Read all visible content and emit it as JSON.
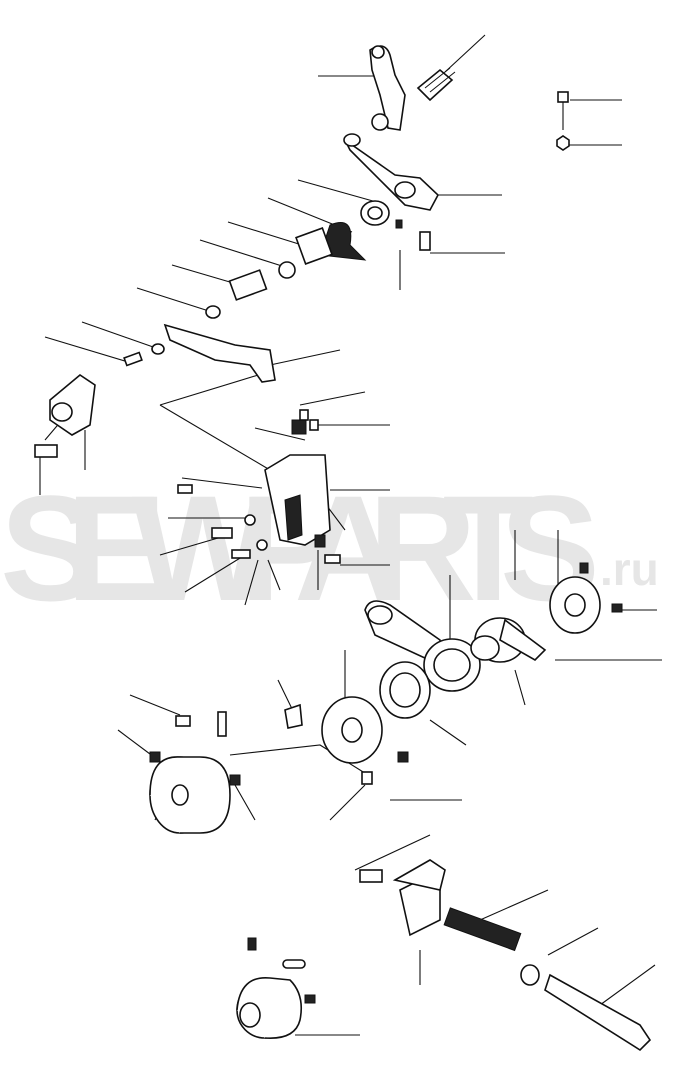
{
  "watermark": {
    "main": "SEWPARTS",
    "suffix": ".ru",
    "color": "#e6e6e6"
  },
  "diagram": {
    "type": "exploded parts diagram",
    "line_color": "#111111"
  }
}
